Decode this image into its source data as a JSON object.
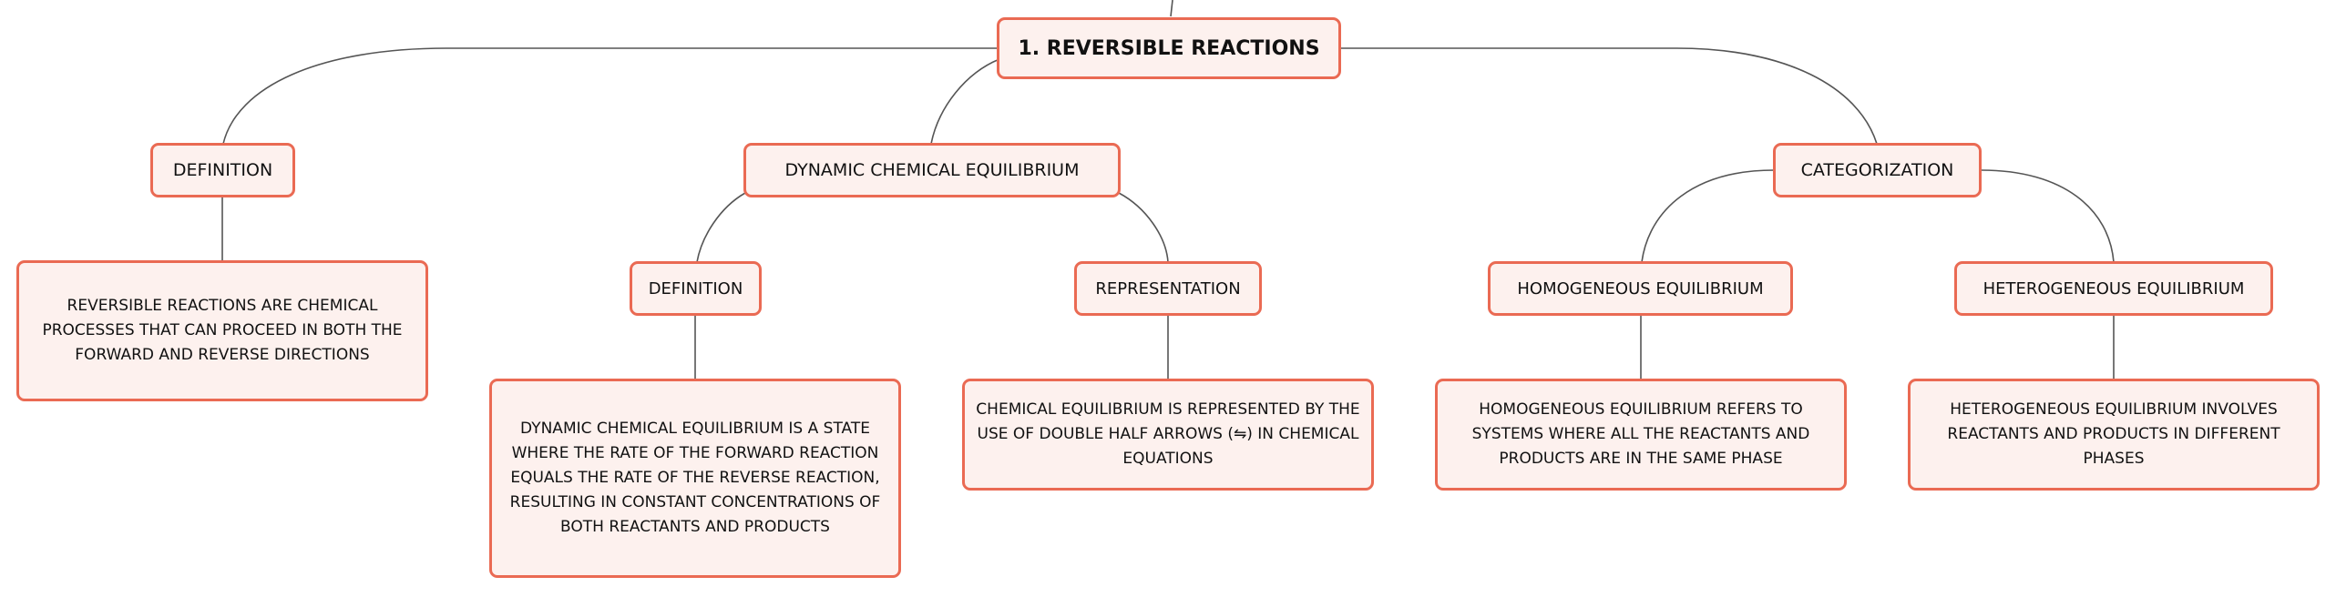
{
  "colors": {
    "border": "#ea6a53",
    "fill": "#fdf1ee",
    "line": "#555555",
    "text": "#111111"
  },
  "root": {
    "label": "1. REVERSIBLE REACTIONS"
  },
  "definition": {
    "label": "DEFINITION",
    "detail": "REVERSIBLE REACTIONS ARE CHEMICAL PROCESSES THAT CAN PROCEED IN BOTH THE FORWARD AND REVERSE DIRECTIONS"
  },
  "dynamic": {
    "label": "DYNAMIC CHEMICAL EQUILIBRIUM",
    "definition": {
      "label": "DEFINITION",
      "detail": "DYNAMIC CHEMICAL EQUILIBRIUM IS A STATE WHERE THE RATE OF THE FORWARD REACTION EQUALS THE RATE OF THE REVERSE REACTION, RESULTING IN CONSTANT CONCENTRATIONS OF BOTH REACTANTS AND PRODUCTS"
    },
    "representation": {
      "label": "REPRESENTATION",
      "detail": "CHEMICAL EQUILIBRIUM IS REPRESENTED BY THE USE OF DOUBLE HALF ARROWS (⇋) IN CHEMICAL EQUATIONS"
    }
  },
  "categorization": {
    "label": "CATEGORIZATION",
    "homogeneous": {
      "label": "HOMOGENEOUS EQUILIBRIUM",
      "detail": "HOMOGENEOUS EQUILIBRIUM REFERS TO SYSTEMS WHERE ALL THE REACTANTS AND PRODUCTS ARE IN THE SAME PHASE"
    },
    "heterogeneous": {
      "label": "HETEROGENEOUS EQUILIBRIUM",
      "detail": "HETEROGENEOUS EQUILIBRIUM INVOLVES REACTANTS AND PRODUCTS IN DIFFERENT PHASES"
    }
  }
}
